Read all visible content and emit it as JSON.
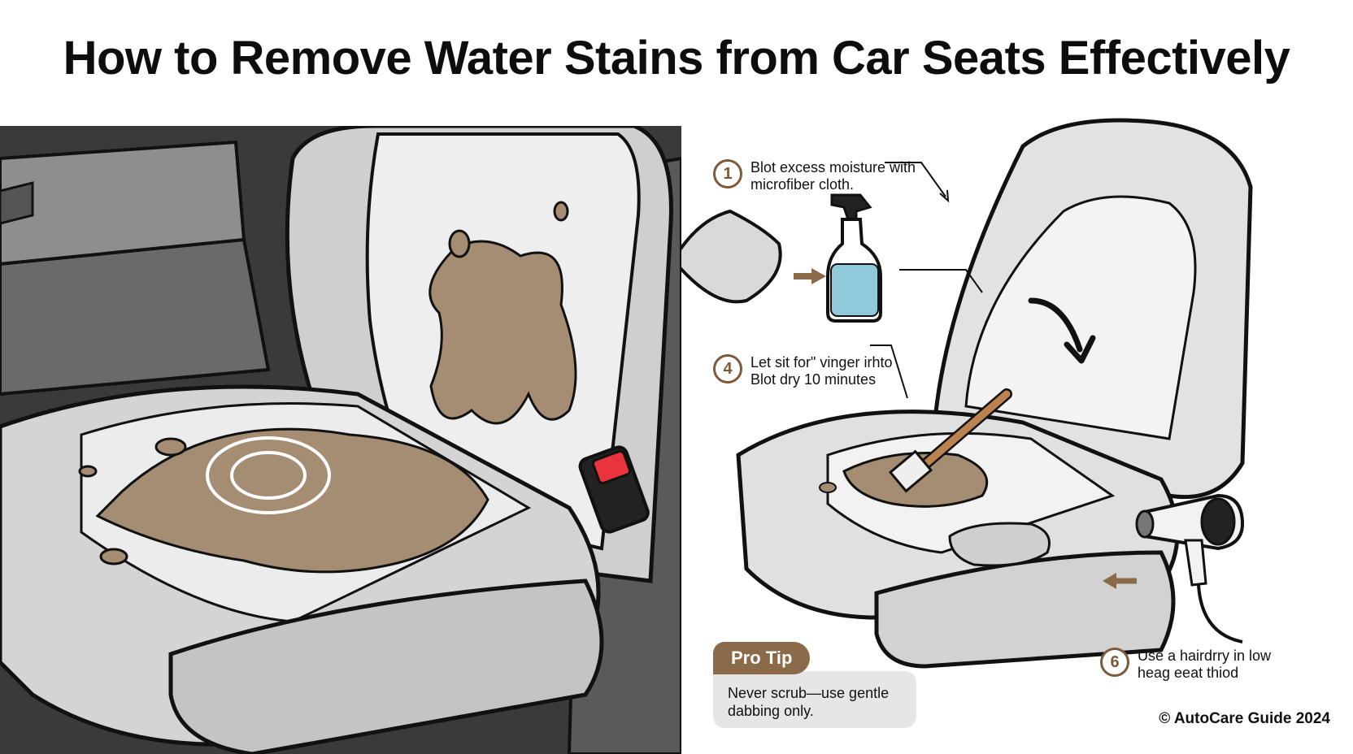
{
  "title": "How to Remove Water Stains from Car Seats Effectively",
  "steps": [
    {
      "number": "1",
      "text": "Blot excess moisture with\nmicrofiber cloth."
    },
    {
      "number": "4",
      "text": "Let sit for\" vinger irhto\nBlot dry 10 minutes"
    },
    {
      "number": "6",
      "text": "Use a hairdrry in low\nheag eeat thiod"
    }
  ],
  "pro_tip": {
    "label": "Pro Tip",
    "text": "Never scrub—use gentle\n dabbing only."
  },
  "copyright": "© AutoCare Guide 2024",
  "colors": {
    "accent_brown": "#8a6a48",
    "stain": "#a58d74",
    "seat_gray": "#d9d9d9",
    "buckle_red": "#e8343a",
    "spray_liquid": "#8fc9da"
  }
}
